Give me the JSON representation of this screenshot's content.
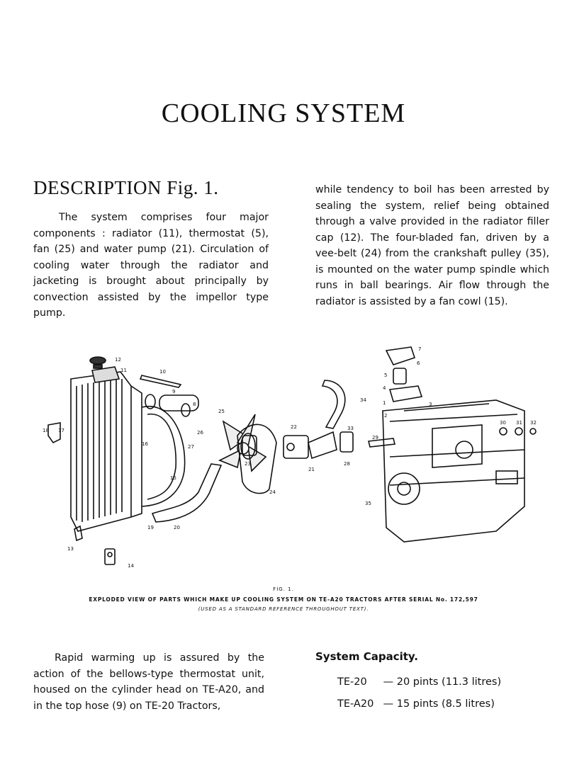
{
  "page": {
    "title": "COOLING SYSTEM",
    "description_heading": "DESCRIPTION Fig. 1.",
    "left_paragraph": "The system comprises four major components : radiator (11), thermostat (5), fan (25) and water pump (21). Circulation of cooling water through the radiator and jacketing is brought about principally by convection assisted by the impellor type pump.",
    "right_paragraph": "while tendency to boil has been arrested by sealing the system, relief being obtained through a valve provided in the radiator filler cap (12). The four-bladed fan, driven by a vee-belt (24) from the crankshaft pulley (35), is mounted on the water pump spindle which runs in ball bearings. Air flow through the radiator is assisted by a fan cowl (15).",
    "bottom_paragraph": "Rapid warming up is assured by the action of the bellows-type thermostat unit, housed on the cylinder head on TE-A20, and in the top hose (9) on TE-20 Tractors,"
  },
  "figure": {
    "label": "FIG. 1.",
    "caption": "EXPLODED VIEW OF PARTS WHICH MAKE UP COOLING SYSTEM ON TE-A20 TRACTORS AFTER SERIAL No. 172,597",
    "subcaption": "(USED AS A STANDARD REFERENCE THROUGHOUT TEXT).",
    "callouts": [
      "12",
      "11",
      "10",
      "9",
      "8",
      "7",
      "6",
      "5",
      "4",
      "3",
      "2",
      "1",
      "34",
      "33",
      "25",
      "26",
      "27",
      "24",
      "23",
      "22",
      "21",
      "28",
      "29",
      "30",
      "31",
      "32",
      "18",
      "17",
      "16",
      "15",
      "13",
      "14",
      "19",
      "20",
      "35"
    ]
  },
  "capacity": {
    "heading": "System Capacity.",
    "rows": [
      {
        "model": "TE-20",
        "value": "— 20 pints (11.3 litres)"
      },
      {
        "model": "TE-A20",
        "value": "— 15 pints (8.5 litres)"
      }
    ]
  }
}
